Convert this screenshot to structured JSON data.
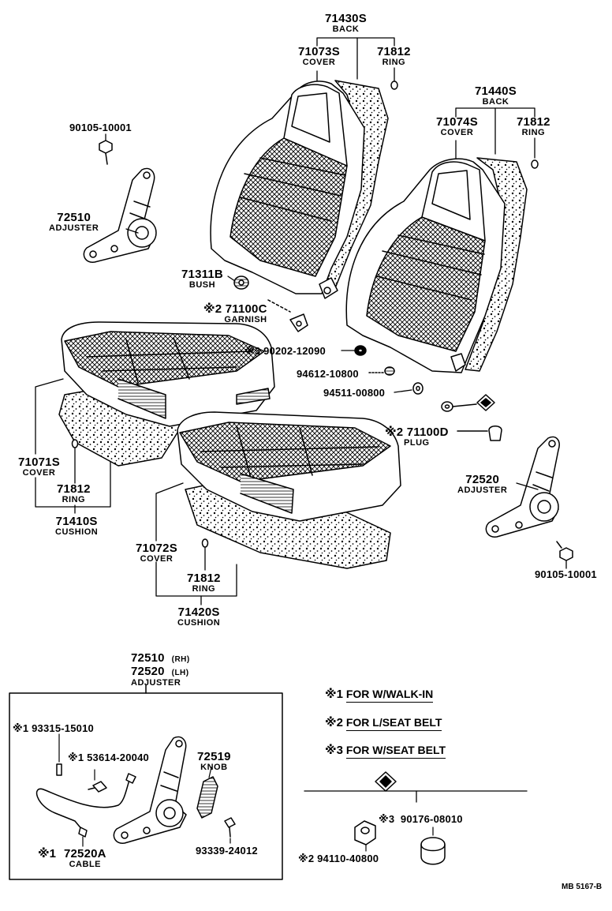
{
  "parts": {
    "back_rh": {
      "pn": "71430S",
      "name": "BACK"
    },
    "cover_back_rh": {
      "pn": "71073S",
      "name": "COVER"
    },
    "ring_back_rh": {
      "pn": "71812",
      "name": "RING"
    },
    "back_lh": {
      "pn": "71440S",
      "name": "BACK"
    },
    "cover_back_lh": {
      "pn": "71074S",
      "name": "COVER"
    },
    "ring_back_lh": {
      "pn": "71812",
      "name": "RING"
    },
    "bolt_rh": {
      "pn": "90105-10001"
    },
    "adjuster_rh": {
      "pn": "72510",
      "name": "ADJUSTER"
    },
    "bush": {
      "pn": "71311B",
      "name": "BUSH"
    },
    "garnish": {
      "mark": "※2",
      "pn": "71100C",
      "name": "GARNISH"
    },
    "nut_90202": {
      "mark": "※3",
      "pn": "90202-12090"
    },
    "washer_94612": {
      "pn": "94612-10800"
    },
    "washer_94511": {
      "pn": "94511-00800"
    },
    "plug": {
      "mark": "※2",
      "pn": "71100D",
      "name": "PLUG"
    },
    "adjuster_lh": {
      "pn": "72520",
      "name": "ADJUSTER"
    },
    "bolt_lh": {
      "pn": "90105-10001"
    },
    "cover_cushion_rh": {
      "pn": "71071S",
      "name": "COVER"
    },
    "ring_cushion_rh": {
      "pn": "71812",
      "name": "RING"
    },
    "cushion_rh": {
      "pn": "71410S",
      "name": "CUSHION"
    },
    "cover_cushion_lh": {
      "pn": "71072S",
      "name": "COVER"
    },
    "ring_cushion_lh": {
      "pn": "71812",
      "name": "RING"
    },
    "cushion_lh": {
      "pn": "71420S",
      "name": "CUSHION"
    }
  },
  "detail": {
    "pn_rh": "72510",
    "side_rh": "(RH)",
    "pn_lh": "72520",
    "side_lh": "(LH)",
    "name": "ADJUSTER",
    "pin": {
      "mark": "※1",
      "pn": "93315-15010"
    },
    "clip": {
      "mark": "※1",
      "pn": "53614-20040"
    },
    "knob": {
      "pn": "72519",
      "name": "KNOB"
    },
    "screw": {
      "pn": "93339-24012"
    },
    "cable": {
      "mark": "※1",
      "pn": "72520A",
      "name": "CABLE"
    }
  },
  "legend": [
    {
      "mark": "※1",
      "text": "FOR W/WALK-IN"
    },
    {
      "mark": "※2",
      "text": "FOR L/SEAT BELT"
    },
    {
      "mark": "※3",
      "text": "FOR W/SEAT BELT"
    }
  ],
  "lower": {
    "cap_nut": {
      "mark": "※3",
      "pn": "90176-08010"
    },
    "nut": {
      "mark": "※2",
      "pn": "94110-40800"
    }
  },
  "ref_code": "MB 5167-B"
}
